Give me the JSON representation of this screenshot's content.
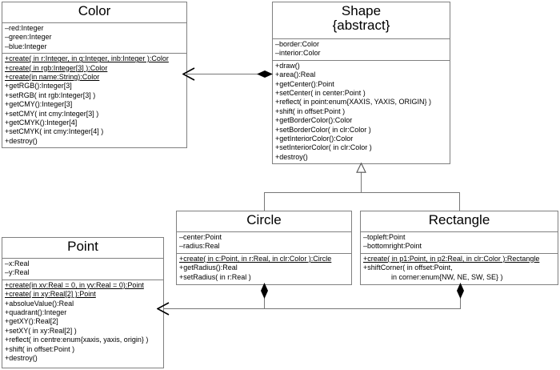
{
  "diagram": {
    "title": "UML Class Diagram",
    "type": "uml-class-diagram",
    "background_color": "#ffffff",
    "line_color": "#777777",
    "border_color": "#808080",
    "text_color": "#000000"
  },
  "classes": {
    "color": {
      "name": "Color",
      "stereotype": "",
      "attributes": [
        "–red:Integer",
        "–green:Integer",
        "–blue:Integer"
      ],
      "operations": [
        {
          "text": "+create( in r:Integer, in g:Integer, inb:Integer ):Color",
          "static": true
        },
        {
          "text": "+create( in rgb:Integer[3] ):Color",
          "static": true
        },
        {
          "text": "+create(in name:String):Color",
          "static": true
        },
        {
          "text": "+getRGB():Integer[3]",
          "static": false
        },
        {
          "text": "+setRGB( int rgb:Integer[3] )",
          "static": false
        },
        {
          "text": "+getCMY():Integer[3]",
          "static": false
        },
        {
          "text": "+setCMY( int cmy:Integer[3] )",
          "static": false
        },
        {
          "text": "+getCMYK():Integer[4]",
          "static": false
        },
        {
          "text": "+setCMYK( int cmy:Integer[4] )",
          "static": false
        },
        {
          "text": "+destroy()",
          "static": false
        }
      ]
    },
    "shape": {
      "name": "Shape",
      "stereotype": "{abstract}",
      "attributes": [
        "–border:Color",
        "–interior:Color"
      ],
      "operations": [
        {
          "text": "+draw()",
          "static": false
        },
        {
          "text": "+area():Real",
          "static": false
        },
        {
          "text": "+getCenter():Point",
          "static": false
        },
        {
          "text": "+setCenter( in center:Point )",
          "static": false
        },
        {
          "text": "+reflect( in point:enum{XAXIS, YAXIS, ORIGIN} )",
          "static": false
        },
        {
          "text": "+shift( in offset:Point )",
          "static": false
        },
        {
          "text": "+getBorderColor():Color",
          "static": false
        },
        {
          "text": "+setBorderColor( in clr:Color )",
          "static": false
        },
        {
          "text": "+getInteriorColor():Color",
          "static": false
        },
        {
          "text": "+setInteriorColor( in clr:Color )",
          "static": false
        },
        {
          "text": "+destroy()",
          "static": false
        }
      ]
    },
    "circle": {
      "name": "Circle",
      "stereotype": "",
      "attributes": [
        "–center:Point",
        "–radius:Real"
      ],
      "operations": [
        {
          "text": "+create( in c:Point, in r:Real, in clr:Color ):Circle",
          "static": true
        },
        {
          "text": "+getRadius():Real",
          "static": false
        },
        {
          "text": "+setRadius( in r:Real )",
          "static": false
        }
      ]
    },
    "rectangle": {
      "name": "Rectangle",
      "stereotype": "",
      "attributes": [
        "–topleft:Point",
        "–bottomright:Point"
      ],
      "operations": [
        {
          "text": "+create( in p1:Point, in p2:Real, in clr:Color ):Rectangle",
          "static": true
        },
        {
          "text": "+shiftCorner( in offset:Point,",
          "static": false
        },
        {
          "text": "              in corner:enum{NW, NE, SW, SE} )",
          "static": false
        }
      ]
    },
    "point": {
      "name": "Point",
      "stereotype": "",
      "attributes": [
        "–x:Real",
        "–y:Real"
      ],
      "operations": [
        {
          "text": "+create(in xv:Real = 0, in yv:Real = 0):Point",
          "static": true
        },
        {
          "text": "+create( in xy:Real[2] ):Point",
          "static": true
        },
        {
          "text": "+absolueValue():Real",
          "static": false
        },
        {
          "text": "+quadrant():Integer",
          "static": false
        },
        {
          "text": "+getXY():Real[2]",
          "static": false
        },
        {
          "text": "+setXY( in xy:Real[2] )",
          "static": false
        },
        {
          "text": "+reflect( in centre:enum{xaxis, yaxis, origin} )",
          "static": false
        },
        {
          "text": "+shift( in offset:Point )",
          "static": false
        },
        {
          "text": "+destroy()",
          "static": false
        }
      ]
    }
  },
  "relationships": [
    {
      "id": "shape-color",
      "from": "Shape",
      "to": "Color",
      "type": "composition",
      "source_adornment": "filled-diamond",
      "target_adornment": "open-arrow"
    },
    {
      "id": "circle-shape",
      "from": "Circle",
      "to": "Shape",
      "type": "generalization",
      "target_adornment": "hollow-triangle"
    },
    {
      "id": "rectangle-shape",
      "from": "Rectangle",
      "to": "Shape",
      "type": "generalization",
      "target_adornment": "hollow-triangle"
    },
    {
      "id": "circle-point",
      "from": "Circle",
      "to": "Point",
      "type": "composition",
      "source_adornment": "filled-diamond",
      "target_adornment": "open-arrow"
    },
    {
      "id": "rectangle-point",
      "from": "Rectangle",
      "to": "Point",
      "type": "composition",
      "source_adornment": "filled-diamond",
      "target_adornment": "open-arrow"
    }
  ]
}
